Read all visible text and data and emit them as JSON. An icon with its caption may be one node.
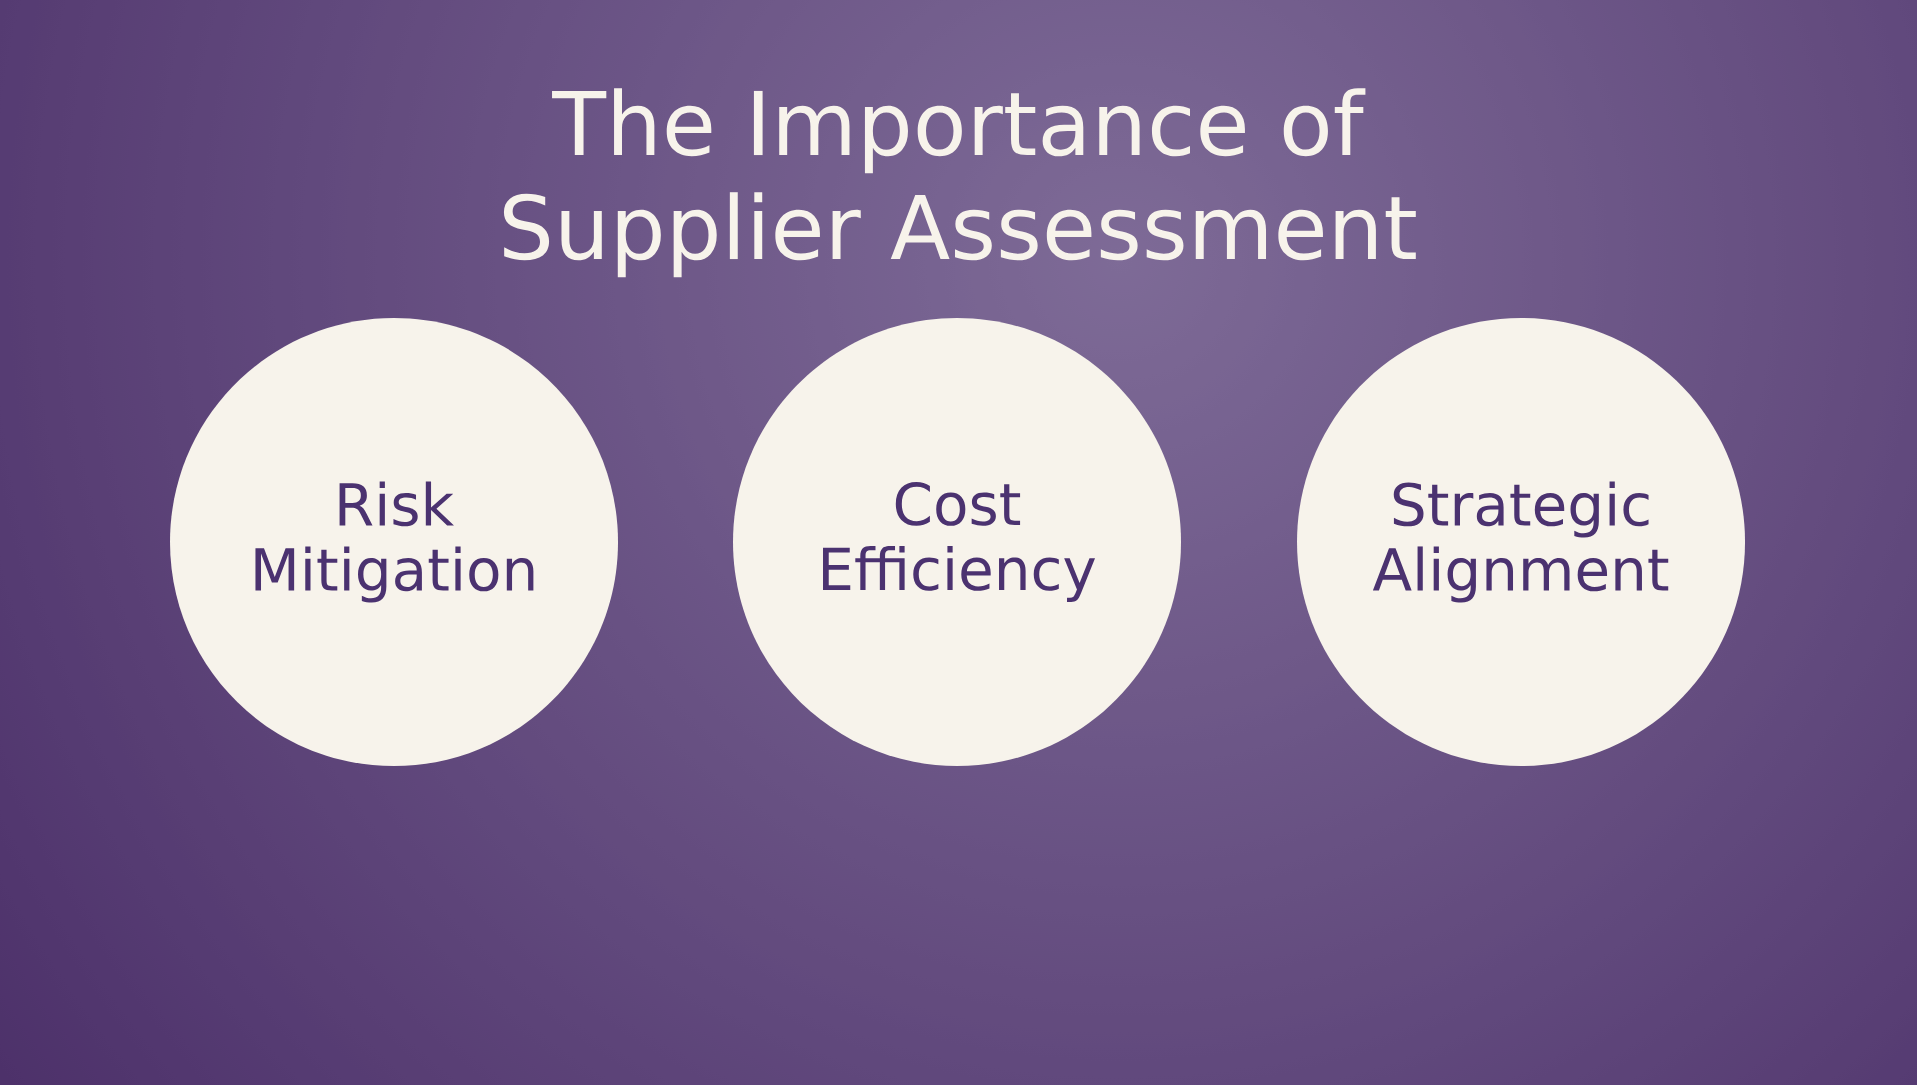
{
  "diagram": {
    "title": "The Importance of Supplier Assessment",
    "nodes": [
      {
        "text": [
          "Risk Mitigation"
        ]
      },
      {
        "text": [
          "Cost Efficiency"
        ]
      },
      {
        "text": [
          "Strategic Alignment"
        ]
      }
    ]
  }
}
